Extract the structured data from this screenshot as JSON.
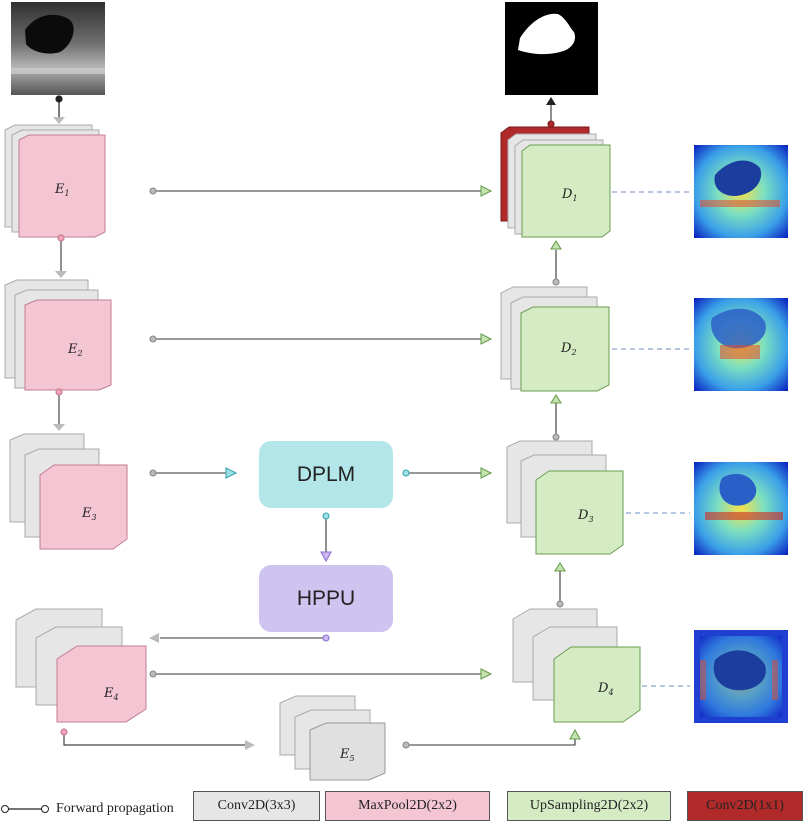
{
  "encoder": [
    {
      "name": "E",
      "sub": "1"
    },
    {
      "name": "E",
      "sub": "2"
    },
    {
      "name": "E",
      "sub": "3"
    },
    {
      "name": "E",
      "sub": "4"
    },
    {
      "name": "E",
      "sub": "5"
    }
  ],
  "decoder": [
    {
      "name": "D",
      "sub": "1"
    },
    {
      "name": "D",
      "sub": "2"
    },
    {
      "name": "D",
      "sub": "3"
    },
    {
      "name": "D",
      "sub": "4"
    }
  ],
  "modules": {
    "dplm": "DPLM",
    "hppu": "HPPU"
  },
  "legend": {
    "forward": "Forward propagation",
    "conv": "Conv2D(3x3)",
    "maxpool": "MaxPool2D(2x2)",
    "upsampling": "UpSampling2D(2x2)",
    "conv1x1": "Conv2D(1x1)"
  },
  "colors": {
    "conv": "#e6e6e6",
    "maxpool": "#f4c6d4",
    "upsampling": "#d4ebc4",
    "conv1x1": "#b02a2a",
    "dplm": "#b2e6e8",
    "hppu": "#cfc3ef"
  }
}
